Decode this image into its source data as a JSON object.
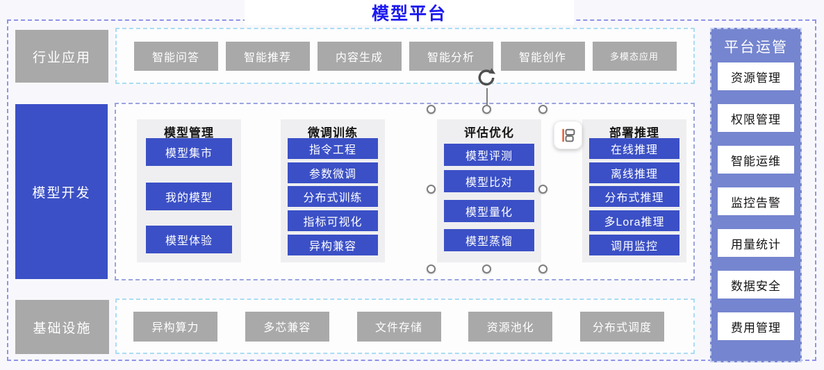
{
  "title": "模型平台",
  "palette": {
    "accent_blue": "#3b50c6",
    "panel_periwinkle": "#7585cf",
    "shape_gray": "#a9a9a9",
    "title_blue": "#1c19ef",
    "dash_light_blue": "#aadcf2",
    "dash_periwinkle": "#8f93e8",
    "column_bg": "#efeff1",
    "align_icon_accent": "#e8552e"
  },
  "industry_row": {
    "label": "行业应用",
    "items": [
      "智能问答",
      "智能推荐",
      "内容生成",
      "智能分析",
      "智能创作",
      "多模态应用"
    ]
  },
  "dev_row": {
    "label": "模型开发",
    "columns": [
      {
        "title": "模型管理",
        "items": [
          "模型集市",
          "我的模型",
          "模型体验"
        ]
      },
      {
        "title": "微调训练",
        "items": [
          "指令工程",
          "参数微调",
          "分布式训练",
          "指标可视化",
          "异构兼容"
        ]
      },
      {
        "title": "评估优化",
        "items": [
          "模型评测",
          "模型比对",
          "模型量化",
          "模型蒸馏"
        ],
        "selected": true
      },
      {
        "title": "部署推理",
        "items": [
          "在线推理",
          "离线推理",
          "分布式推理",
          "多Lora推理",
          "调用监控"
        ]
      }
    ]
  },
  "infra_row": {
    "label": "基础设施",
    "items": [
      "异构算力",
      "多芯兼容",
      "文件存储",
      "资源池化",
      "分布式调度"
    ]
  },
  "ops_panel": {
    "title": "平台运管",
    "items": [
      "资源管理",
      "权限管理",
      "智能运维",
      "监控告警",
      "用量统计",
      "数据安全",
      "费用管理"
    ]
  }
}
